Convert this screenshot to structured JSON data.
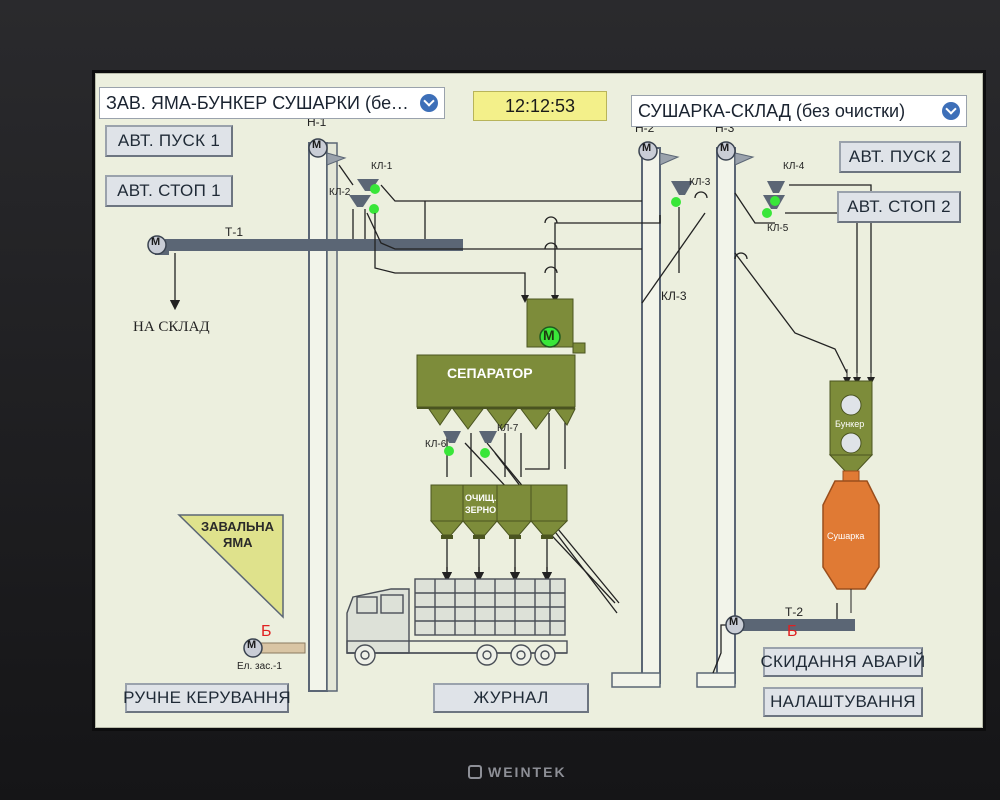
{
  "header": {
    "route_left": "ЗАВ. ЯМА-БУНКЕР СУШАРКИ (без о...",
    "route_right": "СУШАРКА-СКЛАД (без очистки)",
    "clock": "12:12:53"
  },
  "buttons": {
    "auto_start_1": "АВТ. ПУСК 1",
    "auto_stop_1": "АВТ. СТОП 1",
    "auto_start_2": "АВТ. ПУСК 2",
    "auto_stop_2": "АВТ. СТОП 2",
    "manual": "РУЧНЕ КЕРУВАННЯ",
    "journal": "ЖУРНАЛ",
    "reset_alarms": "СКИДАННЯ АВАРІЙ",
    "settings": "НАЛАШТУВАННЯ"
  },
  "labels": {
    "n1": "Н-1",
    "n2": "Н-2",
    "n3": "Н-3",
    "t1": "Т-1",
    "t2": "Т-2",
    "kl1": "КЛ-1",
    "kl2": "КЛ-2",
    "kl3": "КЛ-3",
    "kl3_big": "КЛ-3",
    "kl4": "КЛ-4",
    "kl5": "КЛ-5",
    "kl6": "КЛ-6",
    "kl7": "КЛ-7",
    "to_warehouse": "НА СКЛАД",
    "separator": "СЕПАРАТОР",
    "clean_grain_1": "ОЧИЩ.",
    "clean_grain_2": "ЗЕРНО",
    "pit_1": "ЗАВАЛЬНА",
    "pit_2": "ЯМА",
    "bunker": "Бункер",
    "dryer": "Сушарка",
    "motor": "M",
    "el_gate": "Ел. зас.-1",
    "alarm_b_left": "Б",
    "alarm_b_right": "Б"
  },
  "brand": "WEINTEK",
  "colors": {
    "screen_bg": "#ecefde",
    "equipment_olive": "#7d8c3a",
    "dryer_orange": "#e07a34",
    "valve_on": "#39e639",
    "pit_fill": "#dfe28c",
    "conveyor": "#5b6675",
    "clock_bg": "#f3f08a",
    "alarm_red": "#e02020"
  }
}
